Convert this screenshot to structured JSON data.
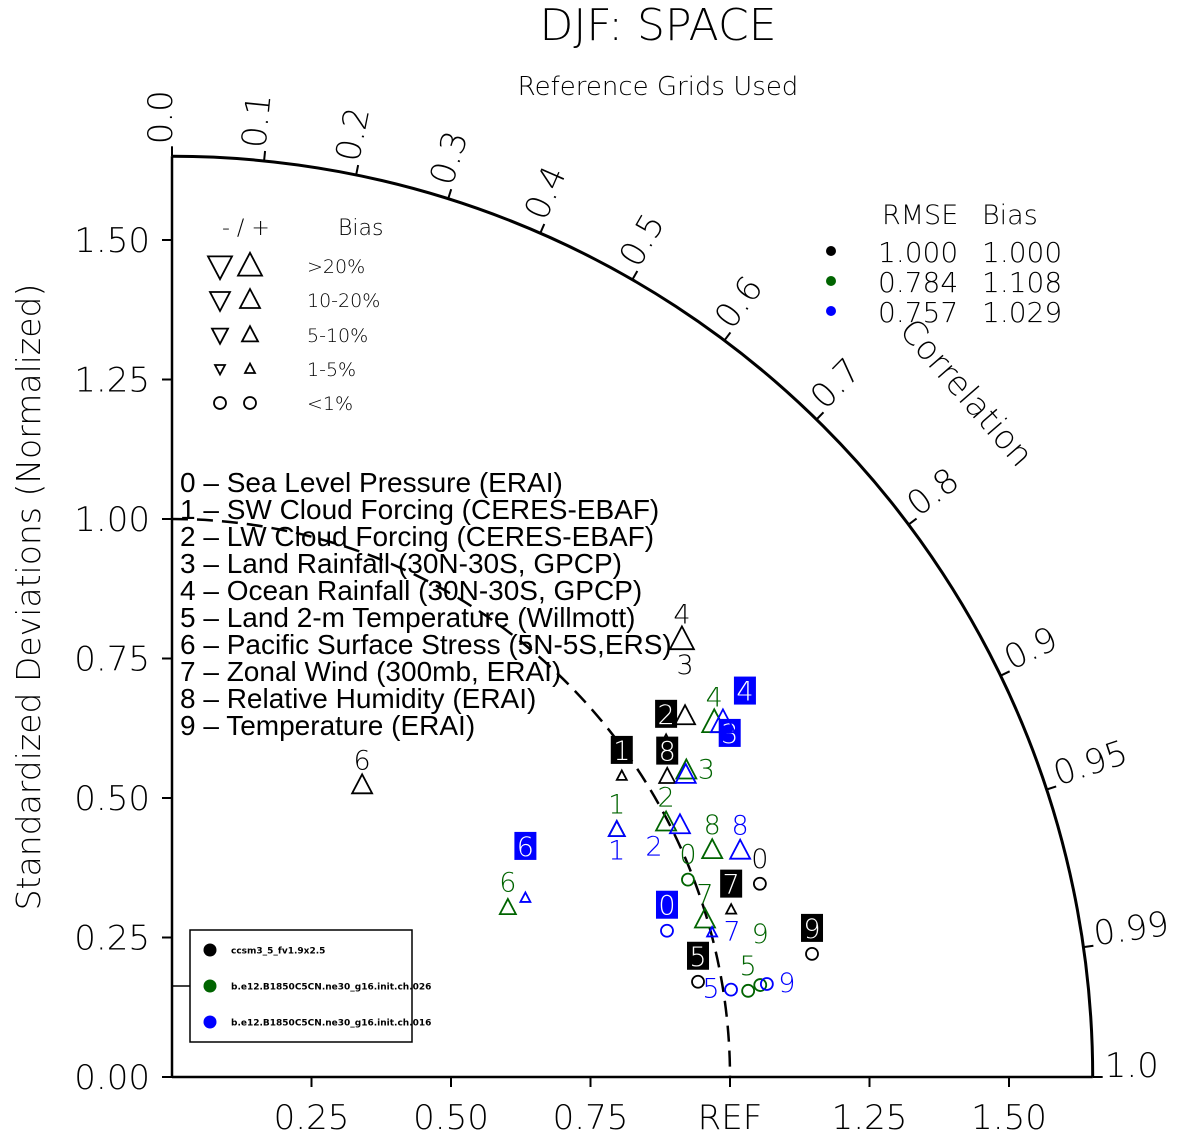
{
  "chart_data": {
    "type": "scatter",
    "subtype": "taylor-diagram",
    "title": "DJF: SPACE",
    "subtitle": "Reference Grids Used",
    "ylabel": "Standardized Deviations (Normalized)",
    "arc_label": "Correlation",
    "std_max": 1.65,
    "y_ticks": [
      "0.00",
      "0.25",
      "0.50",
      "0.75",
      "1.00",
      "1.25",
      "1.50"
    ],
    "x_ticks": [
      "0.25",
      "0.50",
      "0.75",
      "REF",
      "1.25",
      "1.50"
    ],
    "x_tick_values": [
      0.25,
      0.5,
      0.75,
      1.0,
      1.25,
      1.5
    ],
    "corr_ticks": [
      "0.0",
      "0.1",
      "0.2",
      "0.3",
      "0.4",
      "0.5",
      "0.6",
      "0.7",
      "0.8",
      "0.9",
      "0.95",
      "0.99",
      "1.0"
    ],
    "bias_legend": {
      "header_sign": "- / +",
      "header": "Bias",
      "rows": [
        {
          "label": ">20%",
          "size": "xl"
        },
        {
          "label": "10-20%",
          "size": "l"
        },
        {
          "label": "5-10%",
          "size": "m"
        },
        {
          "label": "1-5%",
          "size": "s"
        },
        {
          "label": "<1%",
          "size": "circle"
        }
      ]
    },
    "stats_table": {
      "header_rmse": "RMSE",
      "header_bias": "Bias",
      "rows": [
        {
          "color": "#000000",
          "rmse": "1.000",
          "bias": "1.000"
        },
        {
          "color": "#006400",
          "rmse": "0.784",
          "bias": "1.108"
        },
        {
          "color": "#0000ff",
          "rmse": "0.757",
          "bias": "1.029"
        }
      ]
    },
    "cases": [
      {
        "name": "ccsm3_5_fv1.9x2.5",
        "color": "#000000"
      },
      {
        "name": "b.e12.B1850C5CN.ne30_g16.init.ch.026",
        "color": "#006400"
      },
      {
        "name": "b.e12.B1850C5CN.ne30_g16.init.ch.016",
        "color": "#0000ff"
      }
    ],
    "variables": [
      {
        "id": "0",
        "text": "0 – Sea Level Pressure (ERAI)"
      },
      {
        "id": "1",
        "text": "1 – SW Cloud Forcing (CERES-EBAF)"
      },
      {
        "id": "2",
        "text": "2 – LW Cloud Forcing (CERES-EBAF)"
      },
      {
        "id": "3",
        "text": "3 – Land Rainfall (30N-30S, GPCP)"
      },
      {
        "id": "4",
        "text": "4 – Ocean Rainfall (30N-30S, GPCP)"
      },
      {
        "id": "5",
        "text": "5 – Land 2-m Temperature (Willmott)"
      },
      {
        "id": "6",
        "text": "6 – Pacific Surface Stress (5N-5S,ERS)"
      },
      {
        "id": "7",
        "text": "7 – Zonal Wind (300mb, ERAI)"
      },
      {
        "id": "8",
        "text": "8 – Relative Humidity (ERAI)"
      },
      {
        "id": "9",
        "text": "9 – Temperature (ERAI)"
      }
    ],
    "series": [
      {
        "name": "ccsm3_5_fv1.9x2.5",
        "color": "#000000",
        "points": [
          {
            "var": "0",
            "std": 1.109,
            "corr": 0.95,
            "bias": "circle",
            "boxed": false
          },
          {
            "var": "1",
            "std": 0.97,
            "corr": 0.831,
            "bias": "s",
            "boxed": true
          },
          {
            "var": "2",
            "std": 1.072,
            "corr": 0.826,
            "bias": "s",
            "boxed": true
          },
          {
            "var": "3",
            "std": 1.124,
            "corr": 0.818,
            "bias": "l",
            "boxed": false
          },
          {
            "var": "4",
            "std": 1.204,
            "corr": 0.759,
            "bias": "xl",
            "boxed": false
          },
          {
            "var": "5",
            "std": 0.958,
            "corr": 0.984,
            "bias": "circle",
            "boxed": true
          },
          {
            "var": "6",
            "std": 0.624,
            "corr": 0.546,
            "bias": "l",
            "boxed": false
          },
          {
            "var": "7",
            "std": 1.046,
            "corr": 0.958,
            "bias": "s",
            "boxed": true
          },
          {
            "var": "8",
            "std": 1.038,
            "corr": 0.855,
            "bias": "m",
            "boxed": true
          },
          {
            "var": "9",
            "std": 1.168,
            "corr": 0.982,
            "bias": "circle",
            "boxed": true
          }
        ]
      },
      {
        "name": "b.e12.B1850C5CN.ne30_g16.init.ch.026",
        "color": "#006400",
        "points": [
          {
            "var": "0",
            "std": 0.99,
            "corr": 0.934,
            "bias": "circle",
            "boxed": false
          },
          {
            "var": "1",
            "std": 0.912,
            "corr": 0.874,
            "bias": "m",
            "boxed": false
          },
          {
            "var": "2",
            "std": 0.996,
            "corr": 0.889,
            "bias": "l",
            "boxed": false
          },
          {
            "var": "3",
            "std": 1.073,
            "corr": 0.859,
            "bias": "l",
            "boxed": false
          },
          {
            "var": "4",
            "std": 1.161,
            "corr": 0.837,
            "bias": "xl",
            "boxed": false
          },
          {
            "var": "5",
            "std": 1.044,
            "corr": 0.989,
            "bias": "circle",
            "boxed": false
          },
          {
            "var": "6",
            "std": 0.674,
            "corr": 0.893,
            "bias": "m",
            "boxed": false
          },
          {
            "var": "7",
            "std": 0.996,
            "corr": 0.959,
            "bias": "l",
            "boxed": false
          },
          {
            "var": "8",
            "std": 1.05,
            "corr": 0.922,
            "bias": "l",
            "boxed": false
          },
          {
            "var": "9",
            "std": 1.067,
            "corr": 0.988,
            "bias": "circle",
            "boxed": false
          }
        ]
      },
      {
        "name": "b.e12.B1850C5CN.ne30_g16.init.ch.016",
        "color": "#0000ff",
        "points": [
          {
            "var": "0",
            "std": 0.925,
            "corr": 0.959,
            "bias": "circle",
            "boxed": true
          },
          {
            "var": "1",
            "std": 0.912,
            "corr": 0.874,
            "bias": "m",
            "boxed": false
          },
          {
            "var": "2",
            "std": 1.016,
            "corr": 0.896,
            "bias": "l",
            "boxed": false
          },
          {
            "var": "3",
            "std": 1.068,
            "corr": 0.862,
            "bias": "l",
            "boxed": true
          },
          {
            "var": "4",
            "std": 1.174,
            "corr": 0.841,
            "bias": "xl",
            "boxed": true
          },
          {
            "var": "5",
            "std": 1.014,
            "corr": 0.988,
            "bias": "circle",
            "boxed": false
          },
          {
            "var": "6",
            "std": 0.71,
            "corr": 0.892,
            "bias": "s",
            "boxed": true
          },
          {
            "var": "7",
            "std": 1.002,
            "corr": 0.966,
            "bias": "s",
            "boxed": false
          },
          {
            "var": "8",
            "std": 1.096,
            "corr": 0.929,
            "bias": "l",
            "boxed": false
          },
          {
            "var": "9",
            "std": 1.079,
            "corr": 0.988,
            "bias": "circle",
            "boxed": false
          }
        ]
      }
    ]
  }
}
